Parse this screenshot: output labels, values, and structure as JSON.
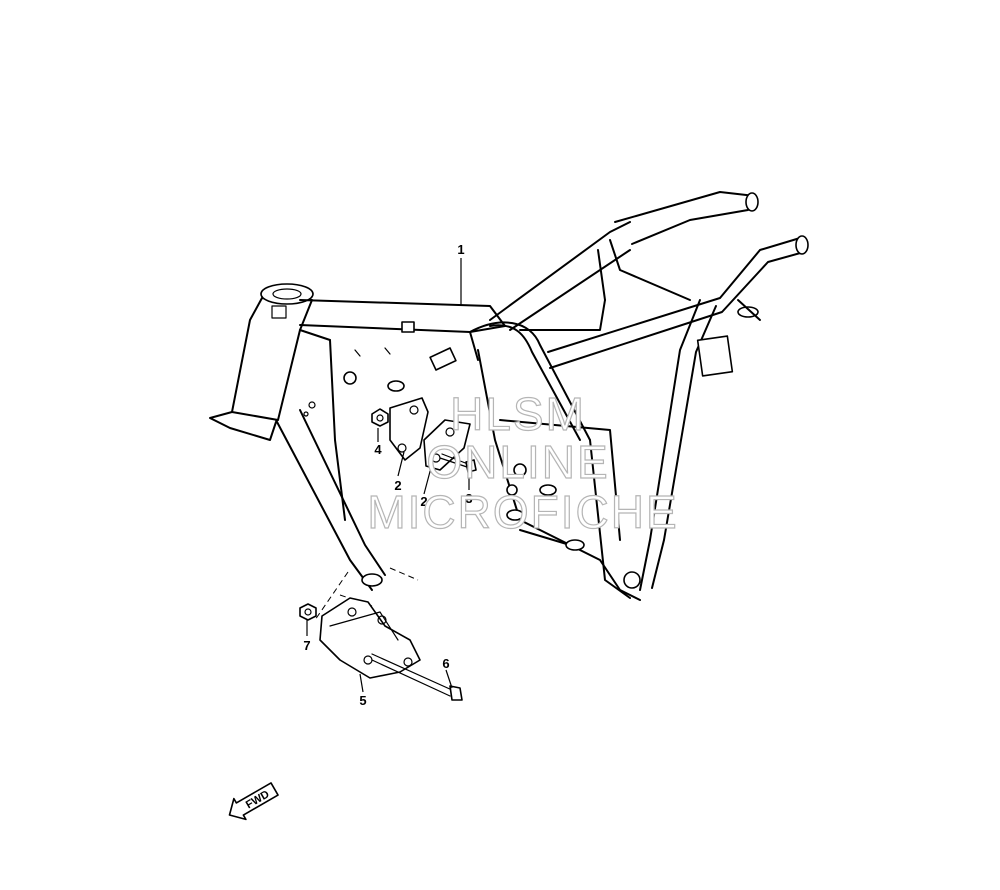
{
  "diagram": {
    "callouts": [
      {
        "id": "c1",
        "label": "1"
      },
      {
        "id": "c2a",
        "label": "2"
      },
      {
        "id": "c2b",
        "label": "2"
      },
      {
        "id": "c3",
        "label": "3"
      },
      {
        "id": "c4",
        "label": "4"
      },
      {
        "id": "c5",
        "label": "5"
      },
      {
        "id": "c6",
        "label": "6"
      },
      {
        "id": "c7",
        "label": "7"
      }
    ],
    "fwd_label": "FWD"
  },
  "watermark": {
    "lines": [
      "HLSM",
      "ONLINE",
      "MICROFICHE"
    ],
    "color": "#b5b5b5"
  }
}
